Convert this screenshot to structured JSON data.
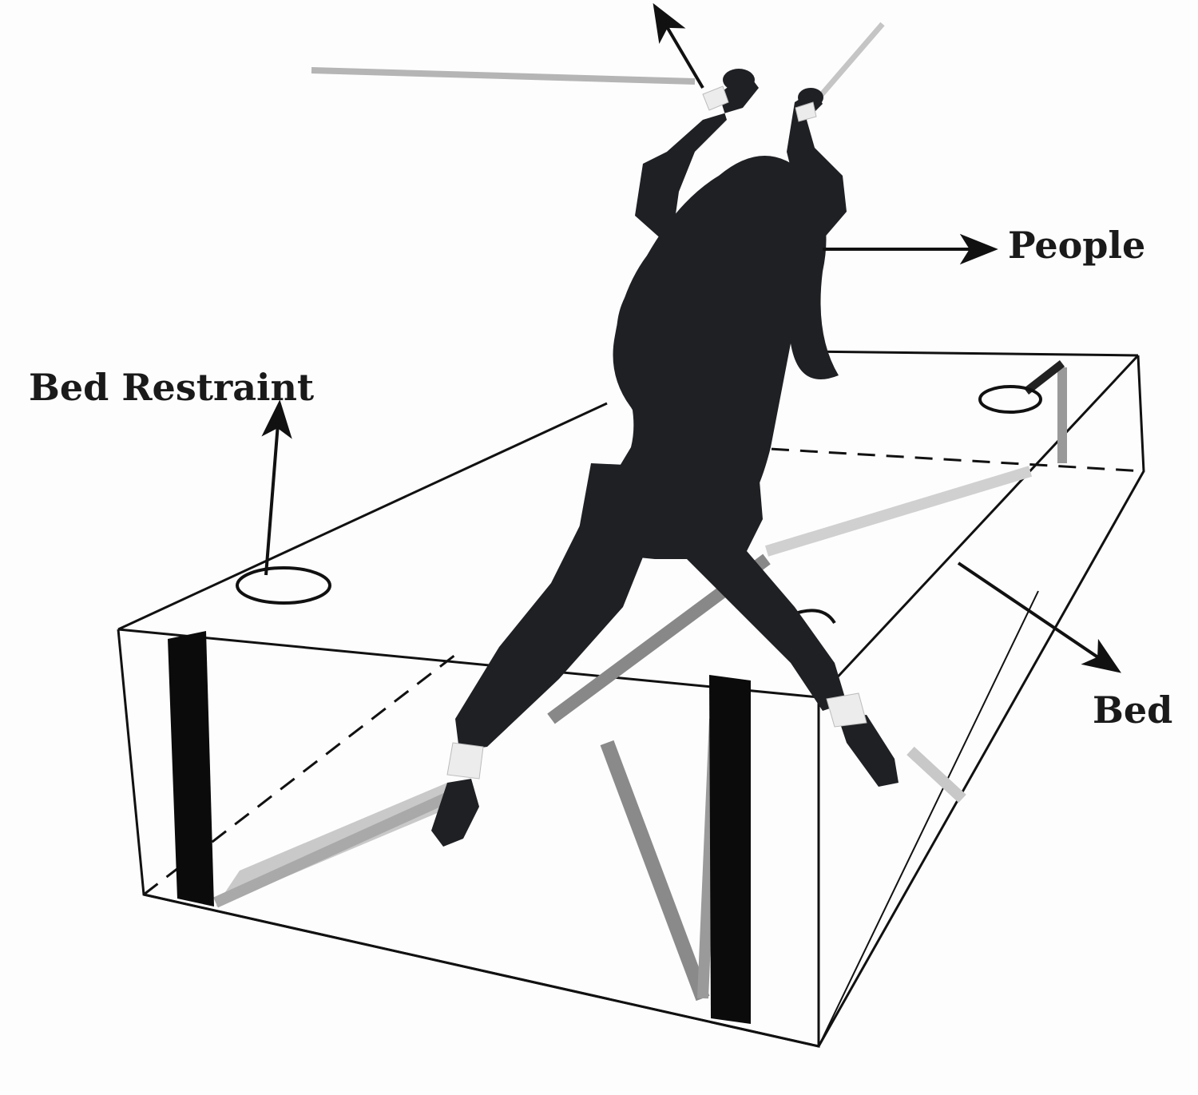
{
  "labels": {
    "people": "People",
    "bed_restraint": "Bed Restraint",
    "bed": "Bed"
  },
  "colors": {
    "ink": "#111111",
    "silhouette": "#1f2024",
    "strap": "#8a8a8a",
    "strap_light": "#c8c8c8",
    "background": "#fdfdfd"
  }
}
